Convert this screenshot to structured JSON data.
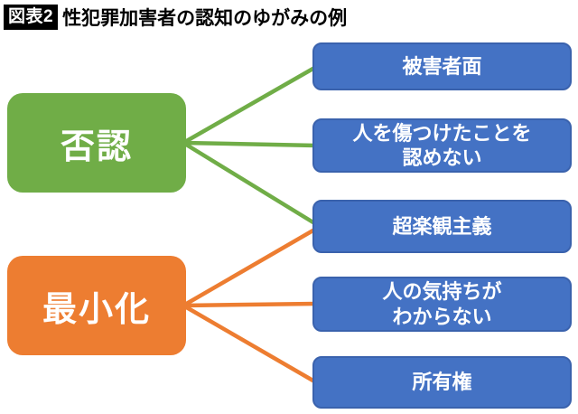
{
  "header": {
    "badge": "図表2",
    "title": "性犯罪加害者の認知のゆがみの例"
  },
  "colors": {
    "green": "#70AD47",
    "orange": "#ED7D31",
    "blue": "#4472C4",
    "blue_border": "#3A62AD",
    "badge_background": "#000000",
    "badge_text": "#FFFFFF",
    "node_text": "#FFFFFF",
    "title_text": "#000000",
    "background": "#FFFFFF"
  },
  "nodes": {
    "left": [
      {
        "id": "denial",
        "label": "否認",
        "color": "#70AD47"
      },
      {
        "id": "minimization",
        "label": "最小化",
        "color": "#ED7D31"
      }
    ],
    "right": [
      {
        "id": "victim-stance",
        "label": "被害者面"
      },
      {
        "id": "no-admit-harm",
        "label": "人を傷つけたことを\n認めない"
      },
      {
        "id": "super-optimism",
        "label": "超楽観主義"
      },
      {
        "id": "no-empathy",
        "label": "人の気持ちが\nわからない"
      },
      {
        "id": "ownership",
        "label": "所有権"
      }
    ]
  },
  "connections": [
    {
      "from": "否認",
      "to": "被害者面",
      "color": "#70AD47"
    },
    {
      "from": "否認",
      "to": "人を傷つけたことを認めない",
      "color": "#70AD47"
    },
    {
      "from": "否認",
      "to": "超楽観主義",
      "color": "#70AD47"
    },
    {
      "from": "最小化",
      "to": "超楽観主義",
      "color": "#ED7D31"
    },
    {
      "from": "最小化",
      "to": "人の気持ちがわからない",
      "color": "#ED7D31"
    },
    {
      "from": "最小化",
      "to": "所有権",
      "color": "#ED7D31"
    }
  ]
}
